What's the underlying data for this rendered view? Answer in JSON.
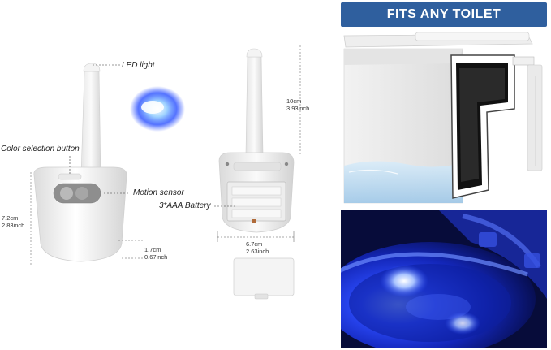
{
  "labels": {
    "led_light": "LED light",
    "color_selection": "Color selection button",
    "motion_sensor": "Motion sensor",
    "battery": "3*AAA Battery"
  },
  "dimensions": {
    "height_cm": "7.2cm",
    "height_inch": "2.83inch",
    "depth_cm": "1.7cm",
    "depth_inch": "0.67inch",
    "arm_cm": "10cm",
    "arm_inch": "3.93inch",
    "width_cm": "6.7cm",
    "width_inch": "2.63inch"
  },
  "banner": {
    "title": "FITS ANY TOILET"
  },
  "colors": {
    "banner": "#2f5f9e",
    "led_glow": "#2b50ff",
    "toilet_bowl_light": "#1a2fd0"
  }
}
